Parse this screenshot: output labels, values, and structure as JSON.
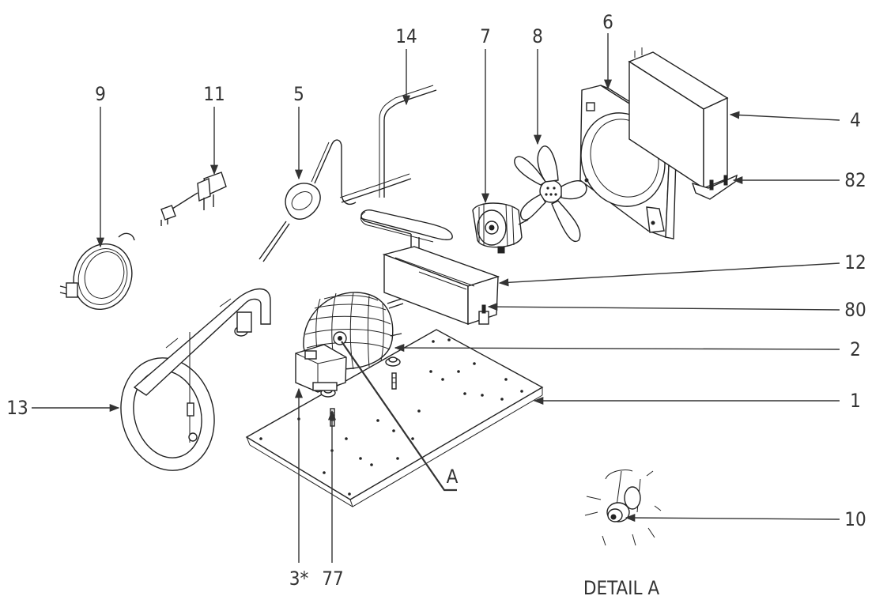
{
  "callouts": {
    "c1": "1",
    "c2": "2",
    "c3": "3*",
    "c4": "4",
    "c5": "5",
    "c6": "6",
    "c7": "7",
    "c8": "8",
    "c9": "9",
    "c10": "10",
    "c11": "11",
    "c12": "12",
    "c13": "13",
    "c14": "14",
    "c77": "77",
    "c80": "80",
    "c82": "82",
    "cA": "A"
  },
  "detail_title": "DETAIL A",
  "colors": {
    "line": "#222222",
    "label": "#333333",
    "background": "#ffffff"
  },
  "icons": [
    "compressor",
    "condenser",
    "fan-blade",
    "fan-motor",
    "base-plate",
    "drain-pan",
    "power-cord",
    "plug",
    "filter-drier",
    "capillary-tube",
    "suction-line",
    "grommet"
  ]
}
